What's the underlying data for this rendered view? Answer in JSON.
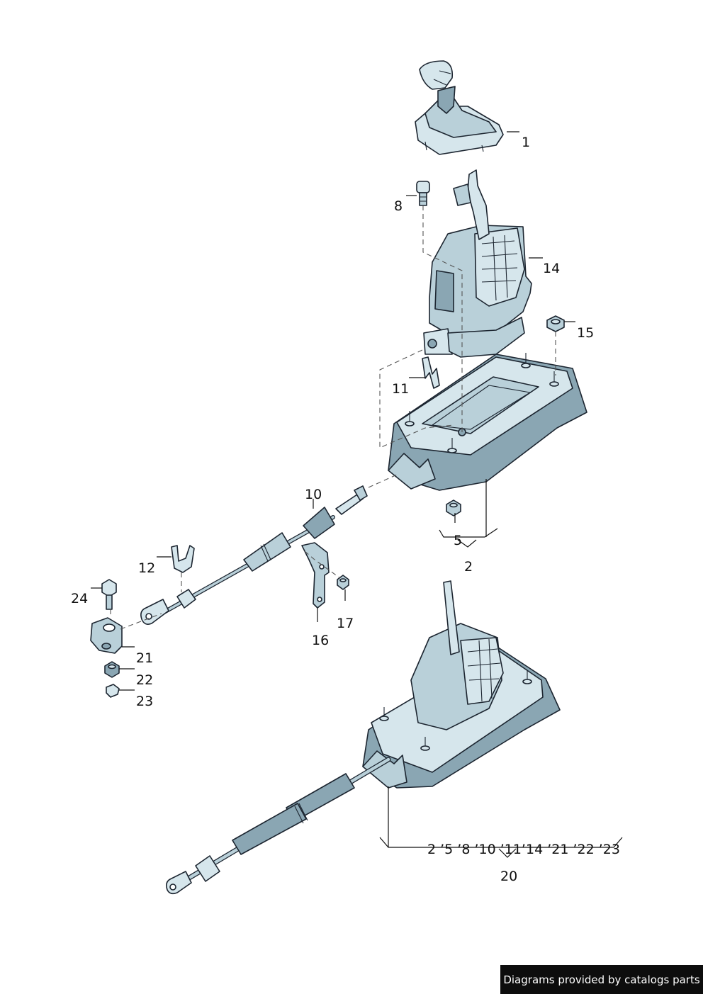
{
  "diagram": {
    "callouts": {
      "c1": "1",
      "c2": "2",
      "c5": "5",
      "c8": "8",
      "c10": "10",
      "c11": "11",
      "c12": "12",
      "c14": "14",
      "c15": "15",
      "c16": "16",
      "c17": "17",
      "c20": "20",
      "c21": "21",
      "c22": "22",
      "c23": "23",
      "c24": "24",
      "group20_list": "2 ’5 ’8 ’10 ’11’14 ’21 ’22 ’23"
    },
    "colors": {
      "part_fill": "#b9d0d9",
      "part_light": "#d6e6ec",
      "part_dark": "#8aa6b3",
      "outline": "#1c2530",
      "footer_bg": "#0d0d0d",
      "footer_text": "#ffffff"
    }
  },
  "footer": {
    "text": "Diagrams provided by catalogs parts"
  }
}
